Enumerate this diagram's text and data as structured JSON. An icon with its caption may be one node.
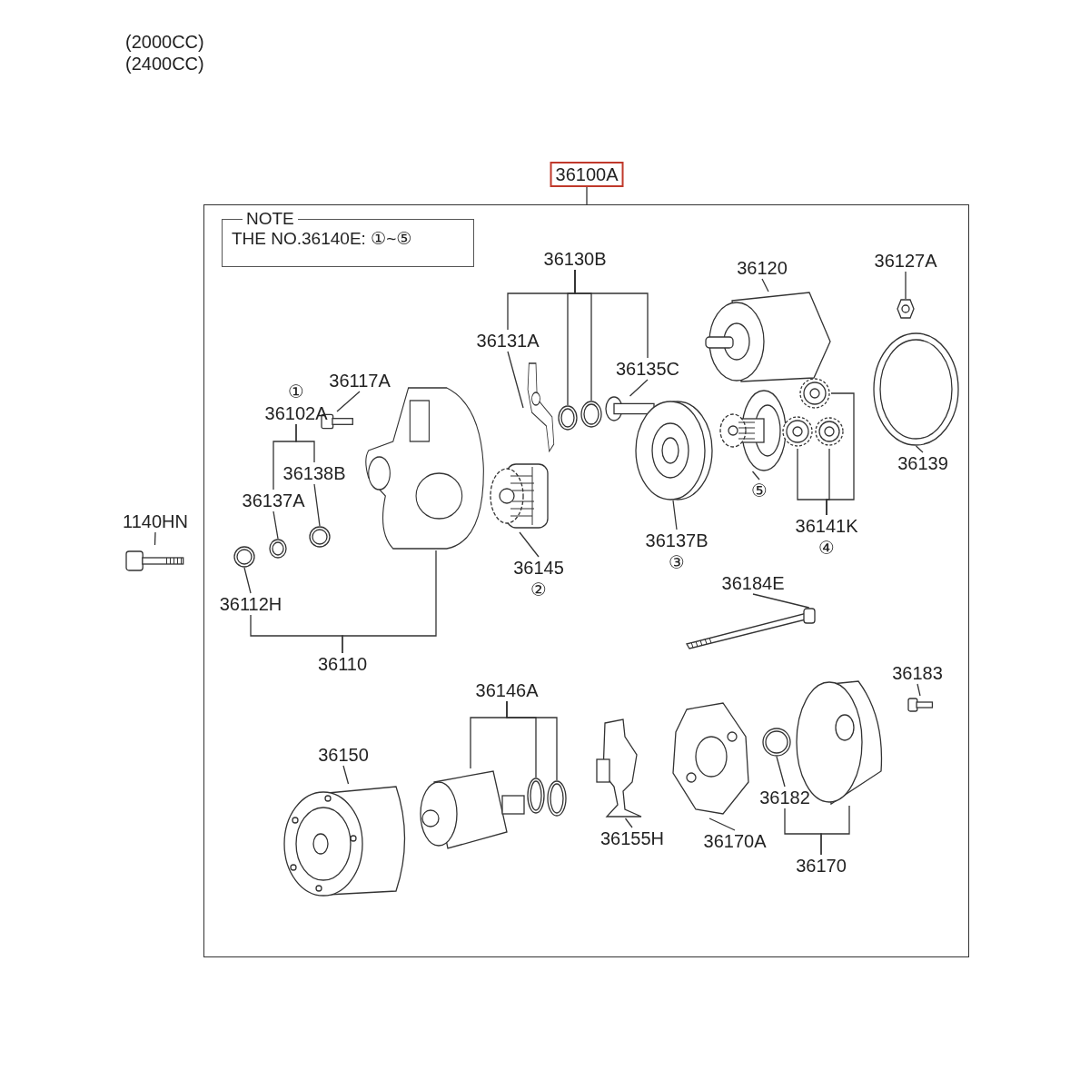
{
  "diagram": {
    "nodes": [
      {
        "text": [],
        "shape": "box"
      },
      {
        "text": [
          "36100A"
        ]
      },
      {
        "text": [
          "NOTE",
          "THE NO.36140E: ①~⑤"
        ],
        "in": 0
      },
      {
        "text": [
          "1140HN"
        ]
      },
      {
        "text": [],
        "shape": "picture"
      },
      {
        "text": [
          "①",
          "36102A"
        ],
        "in": 0
      },
      {
        "text": [
          "36117A"
        ],
        "in": 0
      },
      {
        "text": [],
        "shape": "picture",
        "in": 0
      },
      {
        "text": [
          "36138B"
        ],
        "in": 0
      },
      {
        "text": [
          "36137A"
        ],
        "in": 0
      },
      {
        "text": [
          "36112H"
        ],
        "in": 0
      },
      {
        "text": [],
        "shape": "picture",
        "in": 0
      },
      {
        "text": [],
        "shape": "picture",
        "in": 0
      },
      {
        "text": [],
        "shape": "picture",
        "in": 0
      },
      {
        "text": [],
        "shape": "picture",
        "in": 0
      },
      {
        "text": [
          "36110"
        ],
        "in": 0
      },
      {
        "text": [
          "36130B"
        ],
        "in": 0
      },
      {
        "text": [
          "36131A"
        ],
        "in": 0
      },
      {
        "text": [
          "36135C"
        ],
        "in": 0
      },
      {
        "text": [],
        "shape": "picture",
        "in": 0
      },
      {
        "text": [],
        "shape": "picture",
        "in": 0
      },
      {
        "text": [],
        "shape": "picture",
        "in": 0
      },
      {
        "text": [],
        "shape": "picture",
        "in": 0
      },
      {
        "text": [],
        "shape": "picture",
        "in": 0
      },
      {
        "text": [
          "36145",
          "②"
        ],
        "in": 0
      },
      {
        "text": [
          "36120"
        ],
        "in": 0
      },
      {
        "text": [],
        "shape": "picture",
        "in": 0
      },
      {
        "text": [
          "36127A"
        ],
        "in": 0
      },
      {
        "text": [],
        "shape": "picture",
        "in": 0
      },
      {
        "text": [],
        "shape": "picture",
        "in": 0
      },
      {
        "text": [
          "36137B",
          "③"
        ],
        "in": 0
      },
      {
        "text": [],
        "shape": "picture",
        "in": 0
      },
      {
        "text": [
          "⑤"
        ],
        "in": 0
      },
      {
        "text": [],
        "shape": "picture",
        "in": 0
      },
      {
        "text": [],
        "shape": "picture",
        "in": 0
      },
      {
        "text": [],
        "shape": "picture",
        "in": 0
      },
      {
        "text": [
          "36141K",
          "④"
        ],
        "in": 0
      },
      {
        "text": [],
        "shape": "picture",
        "in": 0
      },
      {
        "text": [
          "36139"
        ],
        "in": 0
      },
      {
        "text": [
          "36184E"
        ],
        "in": 0
      },
      {
        "text": [],
        "shape": "picture",
        "in": 0
      },
      {
        "text": [
          "36150"
        ],
        "in": 0
      },
      {
        "text": [],
        "shape": "picture",
        "in": 0
      },
      {
        "text": [
          "36146A"
        ],
        "in": 0
      },
      {
        "text": [],
        "shape": "picture",
        "in": 0
      },
      {
        "text": [],
        "shape": "picture",
        "in": 0
      },
      {
        "text": [],
        "shape": "picture",
        "in": 0
      },
      {
        "text": [],
        "shape": "picture",
        "in": 0
      },
      {
        "text": [
          "36155H"
        ],
        "in": 0
      },
      {
        "text": [],
        "shape": "picture",
        "in": 0
      },
      {
        "text": [
          "36170A"
        ],
        "in": 0
      },
      {
        "text": [
          "36183"
        ],
        "in": 0
      },
      {
        "text": [],
        "shape": "picture",
        "in": 0
      },
      {
        "text": [],
        "shape": "picture",
        "in": 0
      },
      {
        "text": [],
        "shape": "picture",
        "in": 0
      },
      {
        "text": [
          "36182"
        ],
        "in": 0
      },
      {
        "text": [
          "36170"
        ],
        "in": 0
      }
    ],
    "edges": [
      {
        "from": 1,
        "to": 0,
        "arrow": "none"
      },
      {
        "from": 3,
        "to": 4,
        "arrow": "none"
      },
      {
        "from": 5,
        "to": 9,
        "arrow": "none"
      },
      {
        "from": 5,
        "to": 8,
        "arrow": "none"
      },
      {
        "from": 6,
        "to": 7,
        "arrow": "none"
      },
      {
        "from": 8,
        "to": 13,
        "arrow": "none"
      },
      {
        "from": 9,
        "to": 12,
        "arrow": "none"
      },
      {
        "from": 10,
        "to": 11,
        "arrow": "none"
      },
      {
        "from": 15,
        "to": 10,
        "arrow": "none"
      },
      {
        "from": 15,
        "to": 14,
        "arrow": "none"
      },
      {
        "from": 16,
        "to": 17,
        "arrow": "none"
      },
      {
        "from": 16,
        "to": 20,
        "arrow": "none"
      },
      {
        "from": 16,
        "to": 21,
        "arrow": "none"
      },
      {
        "from": 16,
        "to": 18,
        "arrow": "none"
      },
      {
        "from": 17,
        "to": 19,
        "arrow": "none"
      },
      {
        "from": 18,
        "to": 22,
        "arrow": "none"
      },
      {
        "from": 24,
        "to": 23,
        "arrow": "none"
      },
      {
        "from": 25,
        "to": 26,
        "arrow": "none"
      },
      {
        "from": 27,
        "to": 28,
        "arrow": "none"
      },
      {
        "from": 30,
        "to": 29,
        "arrow": "none"
      },
      {
        "from": 32,
        "to": 31,
        "arrow": "none"
      },
      {
        "from": 36,
        "to": 33,
        "arrow": "none"
      },
      {
        "from": 36,
        "to": 34,
        "arrow": "none"
      },
      {
        "from": 36,
        "to": 35,
        "arrow": "none"
      },
      {
        "from": 38,
        "to": 37,
        "arrow": "none"
      },
      {
        "from": 39,
        "to": 40,
        "arrow": "none"
      },
      {
        "from": 41,
        "to": 42,
        "arrow": "none"
      },
      {
        "from": 43,
        "to": 44,
        "arrow": "none"
      },
      {
        "from": 43,
        "to": 45,
        "arrow": "none"
      },
      {
        "from": 43,
        "to": 46,
        "arrow": "none"
      },
      {
        "from": 48,
        "to": 47,
        "arrow": "none"
      },
      {
        "from": 50,
        "to": 49,
        "arrow": "none"
      },
      {
        "from": 51,
        "to": 52,
        "arrow": "none"
      },
      {
        "from": 55,
        "to": 54,
        "arrow": "none"
      },
      {
        "from": 56,
        "to": 55,
        "arrow": "none"
      },
      {
        "from": 56,
        "to": 53,
        "arrow": "none"
      }
    ],
    "labels": [
      "(2000CC)",
      "(2400CC)"
    ]
  }
}
